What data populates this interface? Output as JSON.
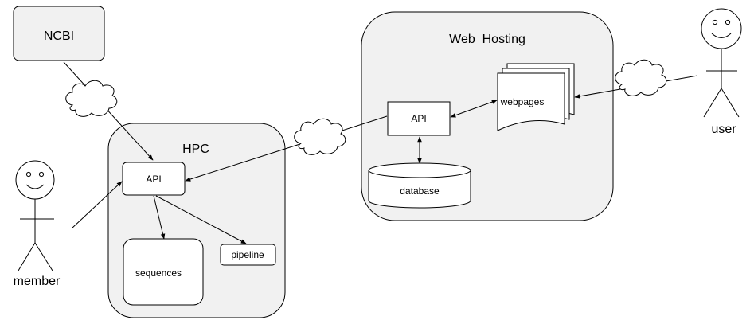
{
  "nodes": {
    "ncbi": "NCBI",
    "web_hosting": "Web  Hosting",
    "hpc": "HPC",
    "hpc_api": "API",
    "web_api": "API",
    "webpages": "webpages",
    "database": "database",
    "sequences": "sequences",
    "pipeline": "pipeline"
  },
  "actors": {
    "member": "member",
    "user": "user"
  }
}
